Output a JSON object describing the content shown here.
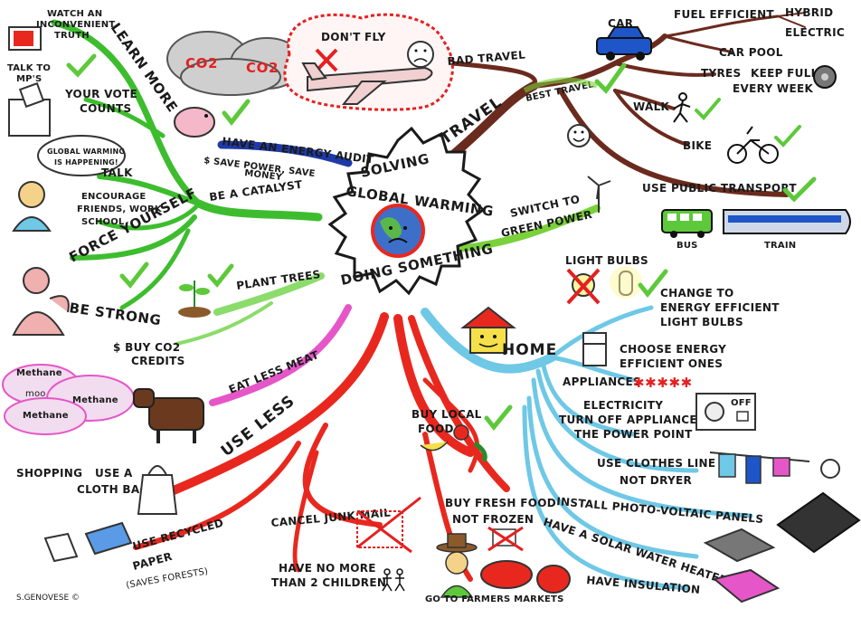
{
  "center": {
    "line1": "SOLVING",
    "line2": "GLOBAL WARMING",
    "line3": "DOING SOMETHING"
  },
  "branches": {
    "learn_more": "LEARN MORE",
    "talk": "TALK",
    "be_catalyst": "BE A CATALYST",
    "force_yourself": "FORCE YOURSELF",
    "be_strong": "BE STRONG",
    "plant_trees": "PLANT TREES",
    "buy_co2_line1": "$ BUY CO2",
    "buy_co2_line2": "CREDITS",
    "eat_less_meat": "EAT LESS MEAT",
    "use_less": "USE LESS",
    "travel": "TRAVEL",
    "bad_travel": "BAD TRAVEL",
    "best_travel": "BEST TRAVEL",
    "green_power_line1": "SWITCH TO",
    "green_power_line2": "GREEN POWER",
    "home": "HOME",
    "energy_audit": "HAVE AN ENERGY AUDIT",
    "save_power_line1": "$ SAVE POWER, SAVE",
    "save_power_line2": "MONEY"
  },
  "learn_more_items": {
    "watch_line1": "WATCH AN",
    "watch_line2": "INCONVENIENT",
    "watch_line3": "TRUTH",
    "mps_line1": "TALK TO",
    "mps_line2": "MP'S",
    "vote_line1": "YOUR VOTE",
    "vote_line2": "COUNTS",
    "speech_line1": "GLOBAL WARMING",
    "speech_line2": "IS HAPPENING!",
    "encourage_line1": "ENCOURAGE",
    "encourage_line2": "FRIENDS, WORK",
    "encourage_line3": "SCHOOL"
  },
  "travel_items": {
    "dont_fly": "DON'T FLY",
    "co2_a": "CO2",
    "co2_b": "CO2",
    "car": "CAR",
    "fuel_efficient": "FUEL EFFICIENT",
    "hybrid": "HYBRID",
    "electric": "ELECTRIC",
    "car_pool": "CAR POOL",
    "tyres": "TYRES",
    "keep_full_line1": "KEEP FULL",
    "keep_full_line2": "EVERY WEEK",
    "walk": "WALK",
    "bike": "BIKE",
    "public_transport": "USE PUBLIC TRANSPORT",
    "bus": "BUS",
    "train": "TRAIN"
  },
  "home_items": {
    "light_bulbs": "LIGHT BULBS",
    "change_line1": "CHANGE TO",
    "change_line2": "ENERGY EFFICIENT",
    "change_line3": "LIGHT BULBS",
    "choose_line1": "CHOOSE ENERGY",
    "choose_line2": "EFFICIENT ONES",
    "appliances": "APPLIANCES",
    "stars": "✱✱✱✱✱",
    "electricity": "ELECTRICITY",
    "turn_off_line1": "TURN OFF APPLIANCES AT",
    "turn_off_line2": "THE POWER POINT",
    "off": "OFF",
    "clothes_line": "USE CLOTHES LINE",
    "not_dryer": "NOT DRYER",
    "pv_panels": "INSTALL PHOTO-VOLTAIC PANELS",
    "solar_water": "HAVE A SOLAR WATER HEATER",
    "insulation": "HAVE INSULATION"
  },
  "use_less_items": {
    "methane_a": "Methane",
    "methane_b": "Methane",
    "methane_c": "Methane",
    "moo": "moo",
    "shopping": "SHOPPING",
    "cloth_bag_line1": "USE A",
    "cloth_bag_line2": "CLOTH BAG",
    "recycled_line1": "USE RECYCLED",
    "recycled_line2": "PAPER",
    "saves_forests": "(SAVES FORESTS)",
    "junk_mail": "CANCEL JUNK MAIL",
    "children_line1": "HAVE NO MORE",
    "children_line2": "THAN 2 CHILDREN",
    "buy_local_line1": "BUY LOCAL",
    "buy_local_line2": "FOOD",
    "fresh_line1": "BUY FRESH FOOD",
    "fresh_line2": "NOT FROZEN",
    "farmers": "GO TO FARMERS MARKETS"
  },
  "signature": "S.GENOVESE ©",
  "colors": {
    "learn_branch": "#3dbd2e",
    "travel_branch": "#6b2a1e",
    "home_branch": "#6ec8e6",
    "use_less_branch": "#e8281e",
    "pink_branch": "#e556c8",
    "blue_branch": "#1e3aa8",
    "green_power_branch": "#7ad13a",
    "plant_branch": "#8bdc6a",
    "check": "#5dc93a",
    "cross": "#e52020"
  }
}
